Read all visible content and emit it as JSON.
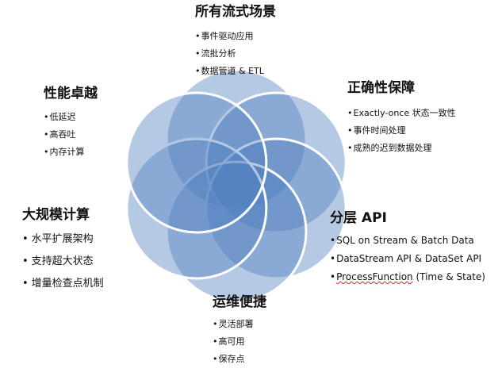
{
  "colors": {
    "circle_fill": "#4f7fbf",
    "circle_stroke": "#ffffff",
    "text": "#111111"
  },
  "top": {
    "title": "所有流式场景",
    "items": [
      "事件驱动应用",
      "流批分析",
      "数据管道 & ETL"
    ]
  },
  "performance": {
    "title": "性能卓越",
    "items": [
      "低延迟",
      "高吞吐",
      "内存计算"
    ]
  },
  "correctness": {
    "title": "正确性保障",
    "items": [
      "Exactly-once 状态一致性",
      "事件时间处理",
      "成熟的迟到数据处理"
    ]
  },
  "scale": {
    "title": "大规模计算",
    "items": [
      "水平扩展架构",
      "支持超大状态",
      "增量检查点机制"
    ]
  },
  "api": {
    "title": "分层 API",
    "items": [
      "SQL on Stream & Batch Data",
      "DataStream API & DataSet API",
      "ProcessFunction",
      " (Time & State)"
    ]
  },
  "ops": {
    "title": "运维便捷",
    "items": [
      "灵活部署",
      "高可用",
      "保存点"
    ]
  }
}
